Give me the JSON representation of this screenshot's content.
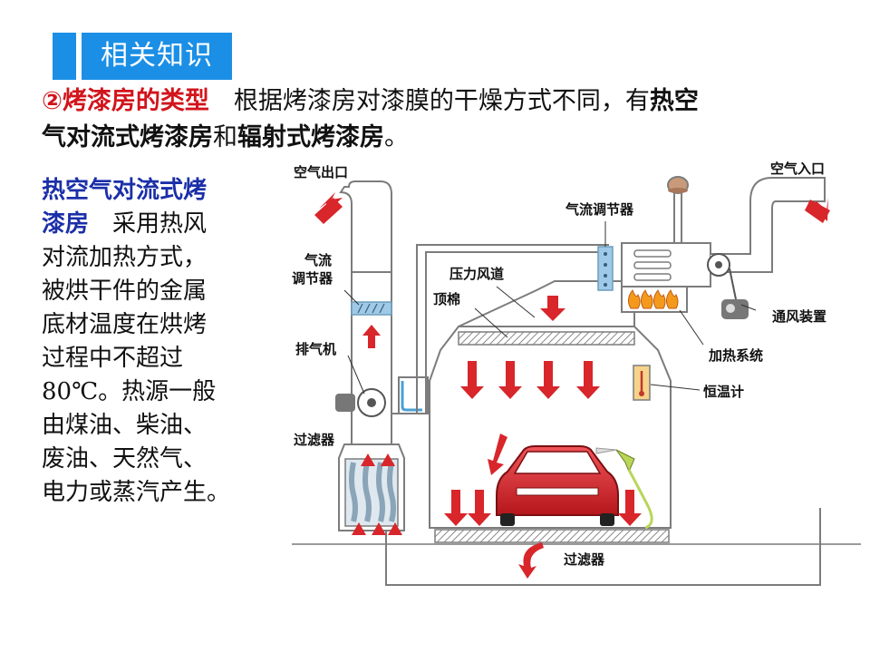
{
  "header": {
    "title": "相关知识"
  },
  "intro": {
    "lead": "②烤漆房的类型",
    "text1": "　根据烤漆房对漆膜的干燥方式不同，有",
    "bold1": "热空",
    "bold1b": "气对流式烤漆房",
    "join": "和",
    "bold2": "辐射式烤漆房",
    "end": "。"
  },
  "side": {
    "title_line1": "热空气对流式烤",
    "title_line2": "漆房",
    "body_first": "　采用热风",
    "lines": [
      "对流加热方式，",
      "被烘干件的金属",
      "底材温度在烘烤",
      "过程中不超过",
      "80℃。热源一般",
      "由煤油、柴油、",
      "废油、天然气、",
      "电力或蒸汽产生。"
    ]
  },
  "diagram": {
    "labels": {
      "air_outlet": "空气出口",
      "air_inlet": "空气入口",
      "flow_regulator_top": "气流调节器",
      "flow_regulator_left_1": "气流",
      "flow_regulator_left_2": "调节器",
      "pressure_duct": "压力风道",
      "top_cotton": "顶棉",
      "exhaust_fan": "排气机",
      "filter_left": "过滤器",
      "ventilation": "通风装置",
      "heating": "加热系统",
      "thermostat": "恒温计",
      "filter_bottom": "过滤器"
    },
    "colors": {
      "arrow": "#d8262b",
      "duct_fill": "#ffffff",
      "duct_stroke": "#7c7c7c",
      "flame": "#f39a1d",
      "car": "#d8262b",
      "filter": "#9fc9e6"
    }
  }
}
